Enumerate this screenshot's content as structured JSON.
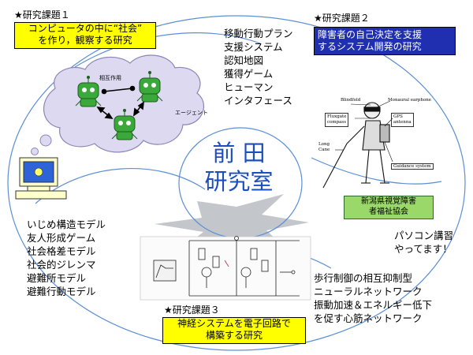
{
  "theme1": {
    "heading": "★研究課題１",
    "box_lines": [
      "コンピュータの中に“社会”",
      "を作り，観察する研究"
    ],
    "interaction_label": "相互作用",
    "agent_label": "エージェント"
  },
  "theme2": {
    "heading": "★研究課題２",
    "box_lines": [
      "障害者の自己決定を支援",
      "するシステム開発の研究"
    ],
    "labels": {
      "blindfold": "Blindfold",
      "earphone": "Monaural earphone",
      "fluxgate": [
        "Fluxgate",
        "compass"
      ],
      "gps": [
        "GPS",
        "antenna"
      ],
      "cane": [
        "Long",
        "Cane"
      ],
      "guidance": "Guidance system"
    },
    "association_lines": [
      "新潟県視覚障害",
      "者福祉協会"
    ],
    "pc_lines": [
      "パソコン講習",
      "やってます！"
    ]
  },
  "theme3": {
    "heading": "★研究課題３",
    "box_lines": [
      "神経システムを電子回路で",
      "構築する研究"
    ]
  },
  "lab_title_lines": [
    "前 田",
    "研究室"
  ],
  "top_list": [
    "移動行動プラン",
    "支援システム",
    "認知地図",
    "獲得ゲーム",
    "ヒューマン",
    "インタフェース"
  ],
  "left_list": [
    "いじめ構造モデル",
    "友人形成ゲーム",
    "社会格差モデル",
    "社会的ジレンマ",
    "避難所モデル",
    "避難行動モデル"
  ],
  "right_list": [
    "歩行制御の相互抑制型",
    "ニューラルネットワーク",
    "振動加速＆エネルギー低下",
    "を促す心筋ネットワーク"
  ],
  "colors": {
    "title": "#1c4fbd",
    "orbit": "#5b8fd6",
    "yellow_box": "#ffff00",
    "blue_box": "#1f2fb0",
    "green_badge": "#9ad86a",
    "cloud": "#dcd9f0",
    "robot": "#3aa83a",
    "splash": "#b8bcc2"
  }
}
